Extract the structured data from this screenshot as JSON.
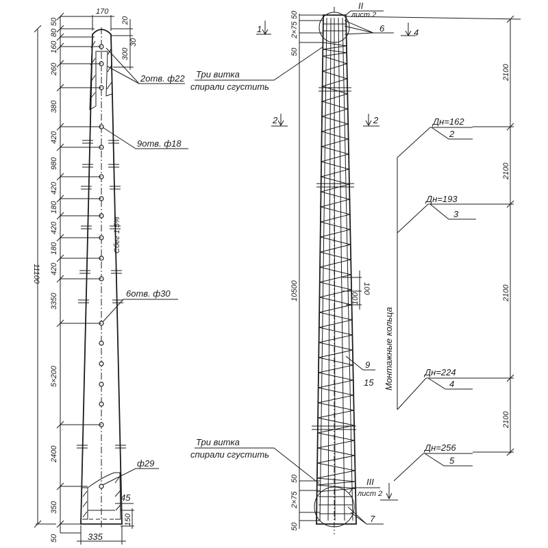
{
  "left_pole": {
    "top_width": "170",
    "base_width": "335",
    "total_height": "11100",
    "dims_left": [
      "50",
      "80",
      "160",
      "260",
      "380",
      "420",
      "980",
      "420",
      "180",
      "420",
      "180",
      "420",
      "3350",
      "5×200",
      "2400",
      "350",
      "50"
    ],
    "dims_top_right": [
      "20",
      "30",
      "300"
    ],
    "callouts": {
      "holes_22": "2отв. ф22",
      "holes_18": "9отв. ф18",
      "holes_30": "6отв. ф30",
      "hole_29": "ф29",
      "dim_45": "45",
      "dim_150": "150",
      "slope": "Сбег 1,5%"
    }
  },
  "notes": {
    "spiral_top_1": "Три витка",
    "spiral_top_2": "спирали сгустить",
    "spiral_bot_1": "Три витка",
    "spiral_bot_2": "спирали сгустить"
  },
  "right_pole": {
    "total_height": "10500",
    "dims_top": [
      "50",
      "2×75",
      "50"
    ],
    "dims_bottom": [
      "50",
      "2×75",
      "50"
    ],
    "section_1": "1",
    "section_2a": "2",
    "section_2b": "2",
    "section_4": "4",
    "detail_top": "II",
    "detail_top_sheet": "лист 2",
    "detail_bottom": "III",
    "detail_bottom_sheet": "лист 2",
    "pos_6": "6",
    "pos_7": "7",
    "pos_9": "9",
    "pos_15": "15",
    "spiral_pitch_1": "100",
    "spiral_pitch_2": "100",
    "ring_dims": [
      "2100",
      "2100",
      "2100",
      "2100"
    ],
    "rings_label": "Монтажные кольца",
    "rings": [
      {
        "diameter": "Дн=162",
        "pos": "2"
      },
      {
        "diameter": "Дн=193",
        "pos": "3"
      },
      {
        "diameter": "Дн=224",
        "pos": "4"
      },
      {
        "diameter": "Дн=256",
        "pos": "5"
      }
    ]
  }
}
